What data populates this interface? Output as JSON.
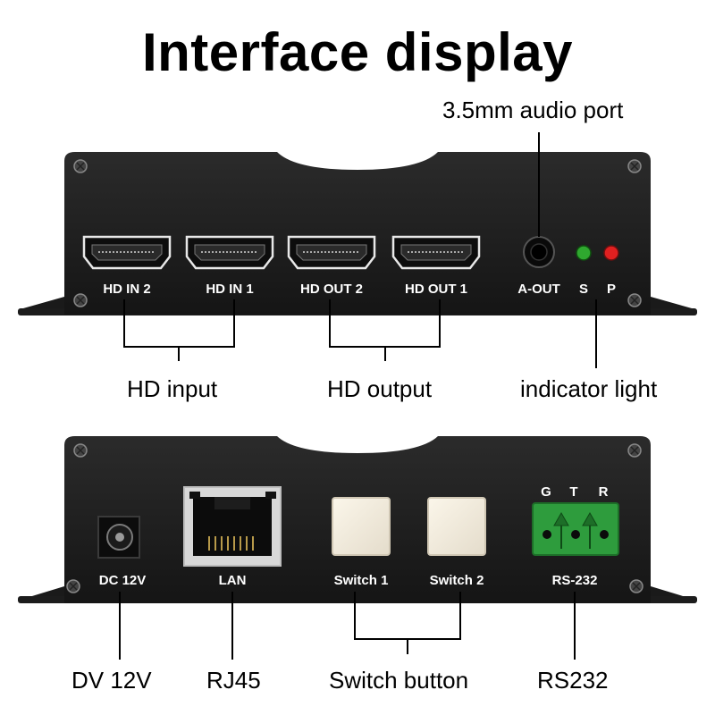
{
  "title": "Interface display",
  "top_panel": {
    "ports": [
      "HD IN 2",
      "HD IN 1",
      "HD OUT 2",
      "HD OUT 1"
    ],
    "audio_label": "A-OUT",
    "led_s_label": "S",
    "led_p_label": "P",
    "led_s_color": "#2fa82f",
    "led_p_color": "#e02020"
  },
  "bottom_panel": {
    "dc_label": "DC 12V",
    "lan_label": "LAN",
    "switch1_label": "Switch 1",
    "switch2_label": "Switch 2",
    "rs232_label": "RS-232",
    "terminal_pins": [
      "G",
      "T",
      "R"
    ],
    "terminal_color": "#2e9c3d"
  },
  "callouts": {
    "audio_port": "3.5mm audio port",
    "hd_input": "HD input",
    "hd_output": "HD output",
    "indicator_light": "indicator light",
    "dv_12v": "DV 12V",
    "rj45": "RJ45",
    "switch_button": "Switch button",
    "rs232": "RS232"
  }
}
